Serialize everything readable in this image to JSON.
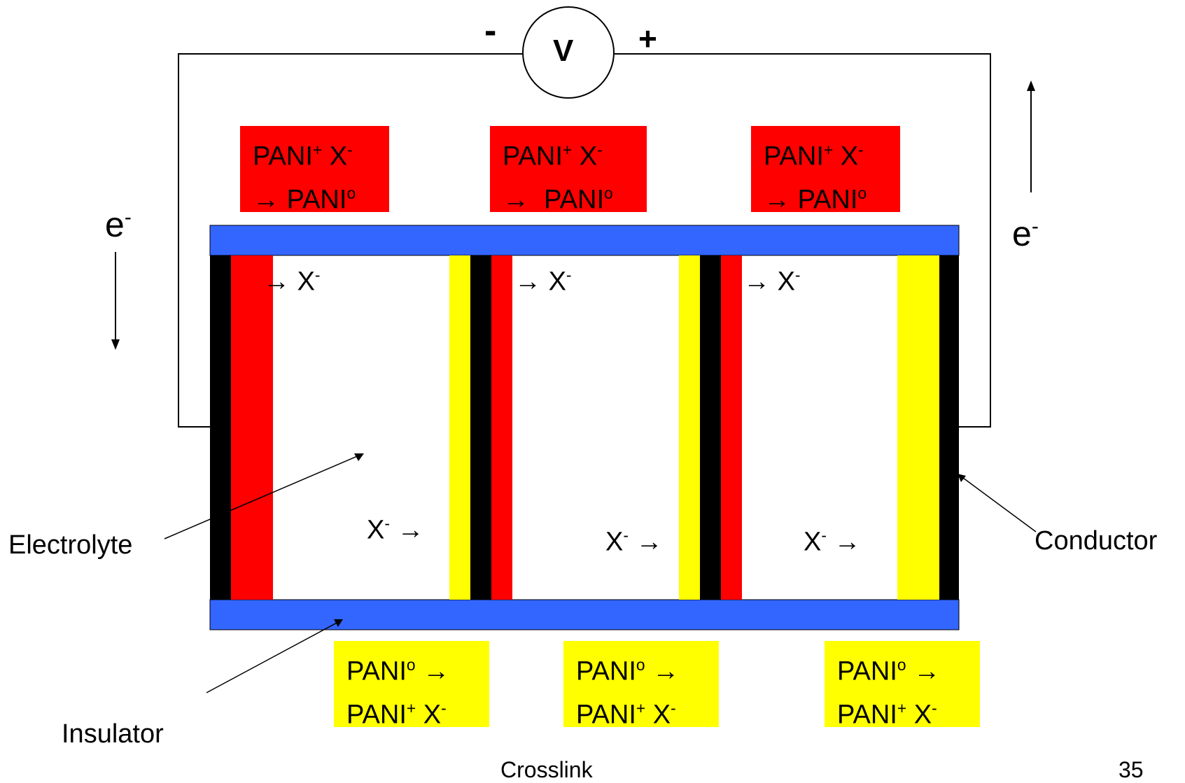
{
  "voltmeter": {
    "label": "V",
    "minus": "-",
    "plus": "+"
  },
  "electron": {
    "base": "e",
    "charge": "-"
  },
  "oxidation_boxes": [
    {
      "line1_a": "PANI",
      "line1_sup": "+",
      "line1_b": " X",
      "line1_sup2": "-",
      "arrow": "→",
      "line2_b": "PANI",
      "line2_sup": "o"
    },
    {
      "line1_a": "PANI",
      "line1_sup": "+",
      "line1_b": " X",
      "line1_sup2": "-",
      "arrow": "→",
      "line2_b": "PANI",
      "line2_sup": "o"
    },
    {
      "line1_a": "PANI",
      "line1_sup": "+",
      "line1_b": " X",
      "line1_sup2": "-",
      "arrow": "→",
      "line2_b": "PANI",
      "line2_sup": "o"
    }
  ],
  "reduction_boxes": [
    {
      "line1_a": "PANI",
      "line1_sup": "o",
      "arrow": "→",
      "line2_a": "PANI",
      "line2_sup": "+",
      "line2_b": " X",
      "line2_sup2": "-"
    },
    {
      "line1_a": "PANI",
      "line1_sup": "o",
      "arrow": "→",
      "line2_a": "PANI",
      "line2_sup": "+",
      "line2_b": " X",
      "line2_sup2": "-"
    },
    {
      "line1_a": "PANI",
      "line1_sup": "o",
      "arrow": "→",
      "line2_a": "PANI",
      "line2_sup": "+",
      "line2_b": " X",
      "line2_sup2": "-"
    }
  ],
  "ion_flow": {
    "arrow": "→",
    "ion": "X",
    "charge": "-"
  },
  "labels": {
    "electrolyte": "Electrolyte",
    "conductor": "Conductor",
    "insulator": "Insulator"
  },
  "footer": {
    "title": "Crosslink",
    "page_number": "35"
  },
  "colors": {
    "insulator": "#3366ff",
    "conductor": "#000000",
    "oxidized_pani": "#ff0000",
    "reduced_pani": "#ffff00"
  }
}
